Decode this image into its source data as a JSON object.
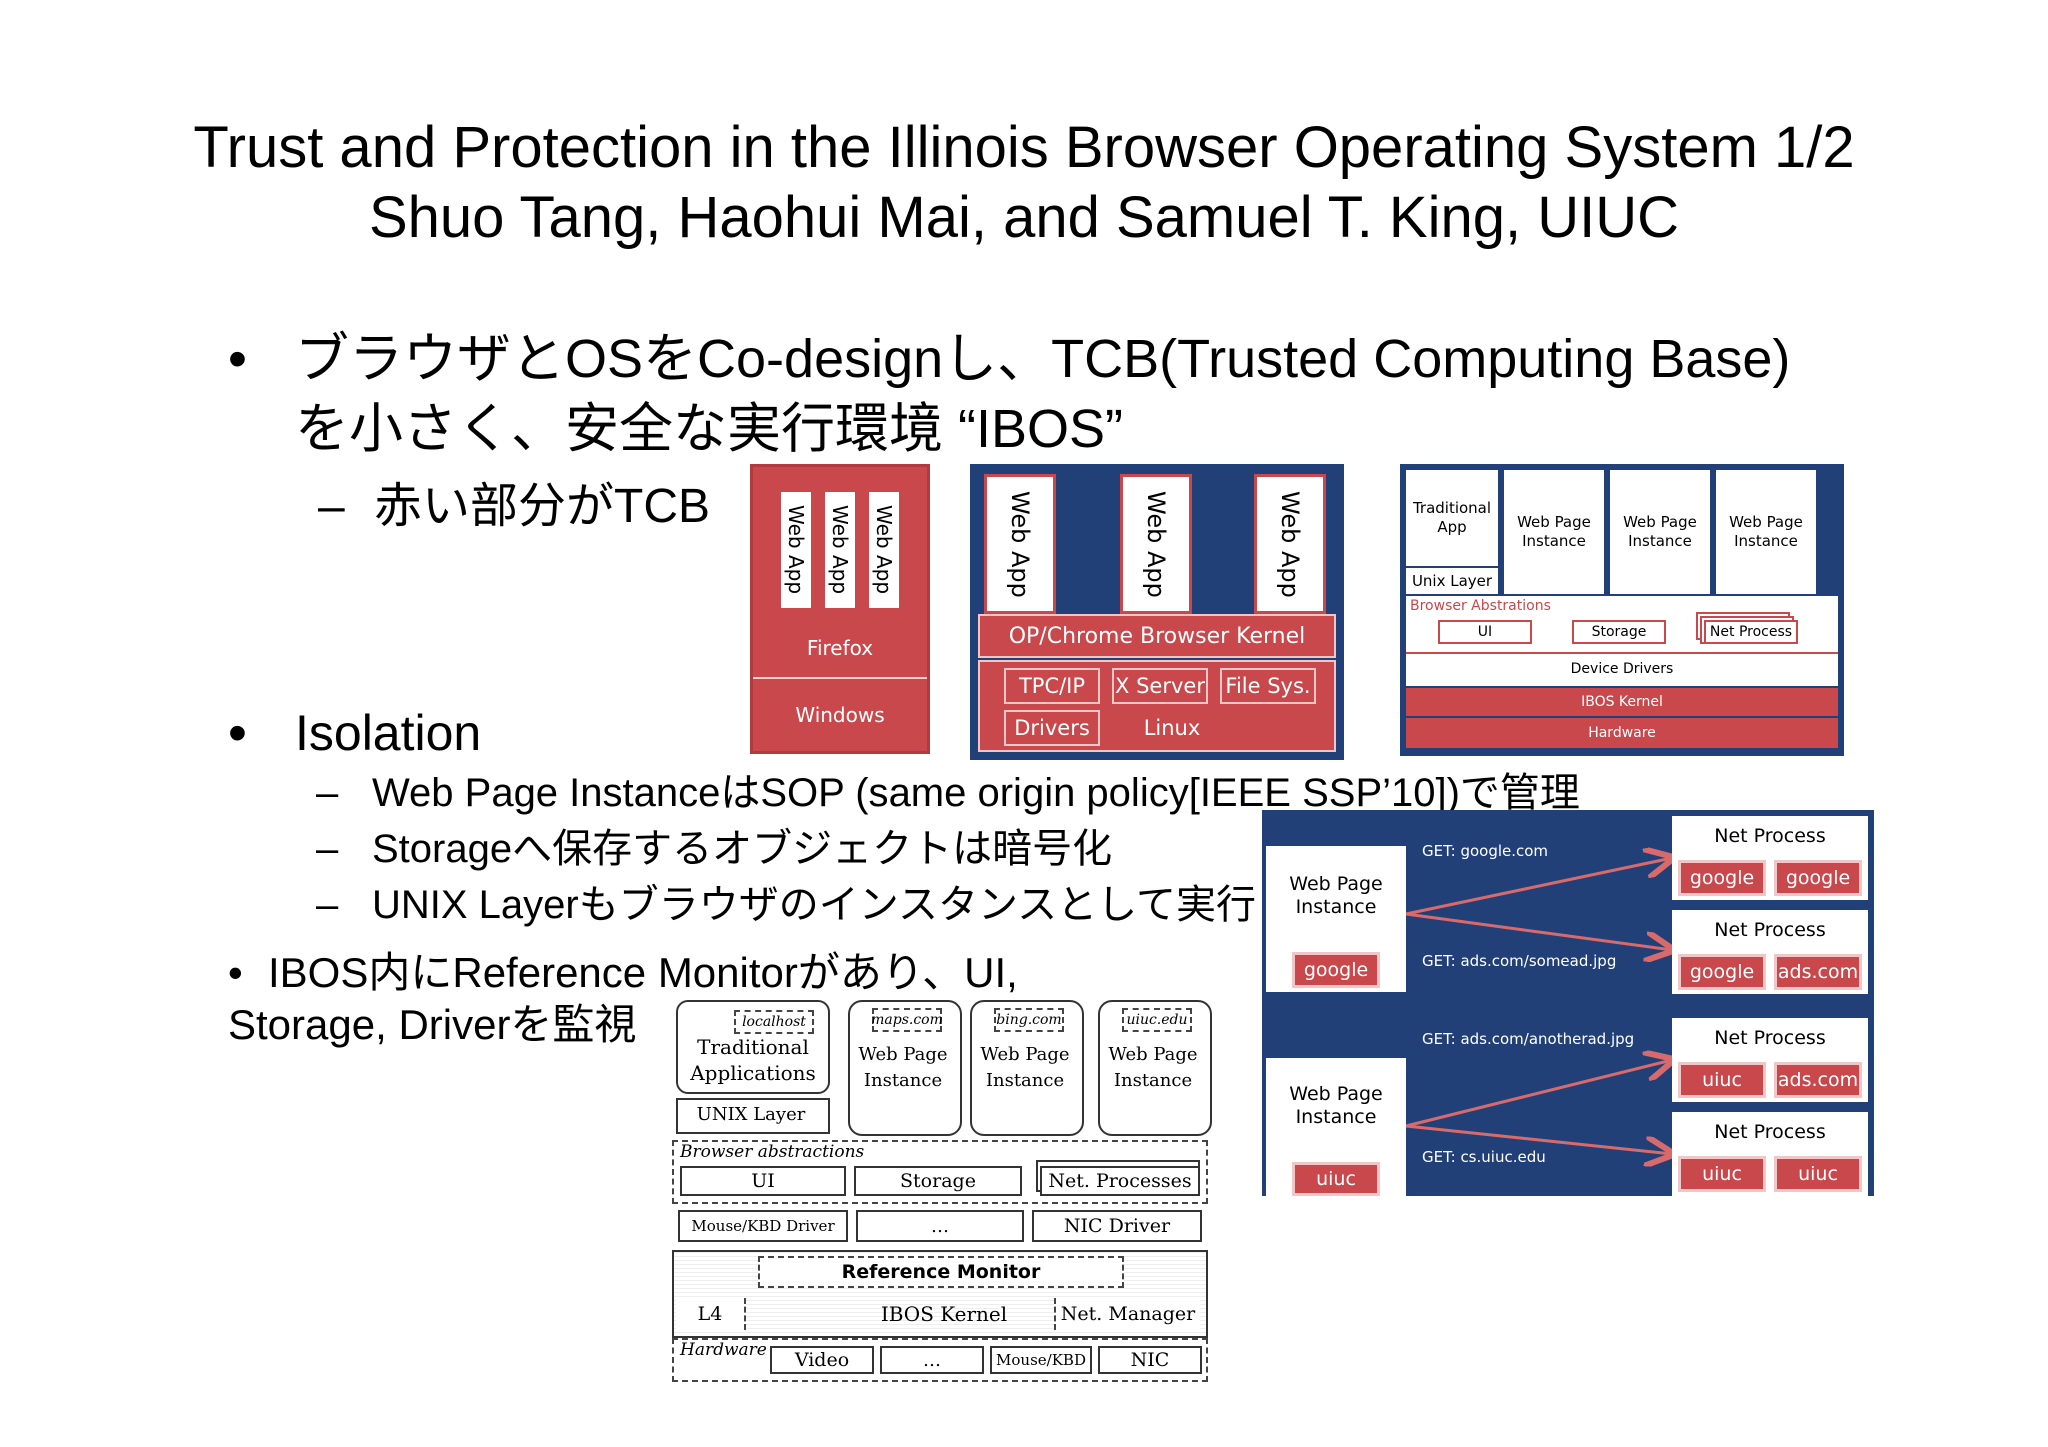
{
  "title": {
    "line1": "Trust and Protection in the Illinois Browser Operating System 1/2",
    "line2": "Shuo Tang, Haohui Mai, and Samuel T. King, UIUC"
  },
  "bullets": {
    "b1_line1": "ブラウザとOSをCo-designし、TCB(Trusted Computing Base)",
    "b1_line2": "を小さく、安全な実行環境 “IBOS”",
    "b1_sub": "赤い部分がTCB",
    "b2": "Isolation",
    "b2_subs": [
      "Web Page InstanceはSOP (same origin policy[IEEE SSP’10])で管理",
      "Storageへ保存するオブジェクトは暗号化",
      "UNIX Layerもブラウザのインスタンスとして実行"
    ],
    "b3_line1": "IBOS内にReference Monitorがあり、UI,",
    "b3_line2": "Storage, Driverを監視",
    "bullet_dot": "•",
    "dash": "–"
  },
  "diagram_firefox": {
    "apps": [
      "Web App",
      "Web App",
      "Web App"
    ],
    "browser": "Firefox",
    "os": "Windows"
  },
  "diagram_chrome": {
    "apps": [
      "Web App",
      "Web App",
      "Web App"
    ],
    "kernel": "OP/Chrome Browser Kernel",
    "tcpip": "TPC/IP",
    "xserver": "X Server",
    "filesys": "File Sys.",
    "drivers": "Drivers",
    "linux": "Linux"
  },
  "diagram_ibos": {
    "traditional": "Traditional App",
    "unix": "Unix Layer",
    "instances": [
      "Web Page Instance",
      "Web Page Instance",
      "Web Page Instance"
    ],
    "abstractions": "Browser Abstrations",
    "ui": "UI",
    "storage": "Storage",
    "netprocess": "Net Process",
    "device_drivers": "Device Drivers",
    "kernel": "IBOS Kernel",
    "hardware": "Hardware"
  },
  "diagram_net": {
    "instance_label": "Web Page Instance",
    "instance1_tag": "google",
    "instance2_tag": "uiuc",
    "requests": [
      "GET: google.com",
      "GET: ads.com/somead.jpg",
      "GET: ads.com/anotherad.jpg",
      "GET: cs.uiuc.edu"
    ],
    "net_process_label": "Net Process",
    "processes": [
      [
        "google",
        "google"
      ],
      [
        "google",
        "ads.com"
      ],
      [
        "uiuc",
        "ads.com"
      ],
      [
        "uiuc",
        "uiuc"
      ]
    ]
  },
  "diagram_refmon": {
    "origins": [
      "localhost",
      "maps.com",
      "bing.com",
      "uiuc.edu"
    ],
    "traditional": "Traditional Applications",
    "instance": "Web Page Instance",
    "unix": "UNIX Layer",
    "abstractions": "Browser abstractions",
    "ui": "UI",
    "storage": "Storage",
    "netproc": "Net. Processes",
    "mouse_driver": "Mouse/KBD Driver",
    "ellipsis": "…",
    "nic_driver": "NIC Driver",
    "refmon": "Reference Monitor",
    "l4": "L4",
    "kernel": "IBOS Kernel",
    "netmgr": "Net. Manager",
    "hardware": "Hardware",
    "video": "Video",
    "mouse_hw": "Mouse/KBD",
    "nic": "NIC"
  },
  "colors": {
    "red": "#c8484c",
    "navy": "#224078",
    "white": "#ffffff"
  }
}
